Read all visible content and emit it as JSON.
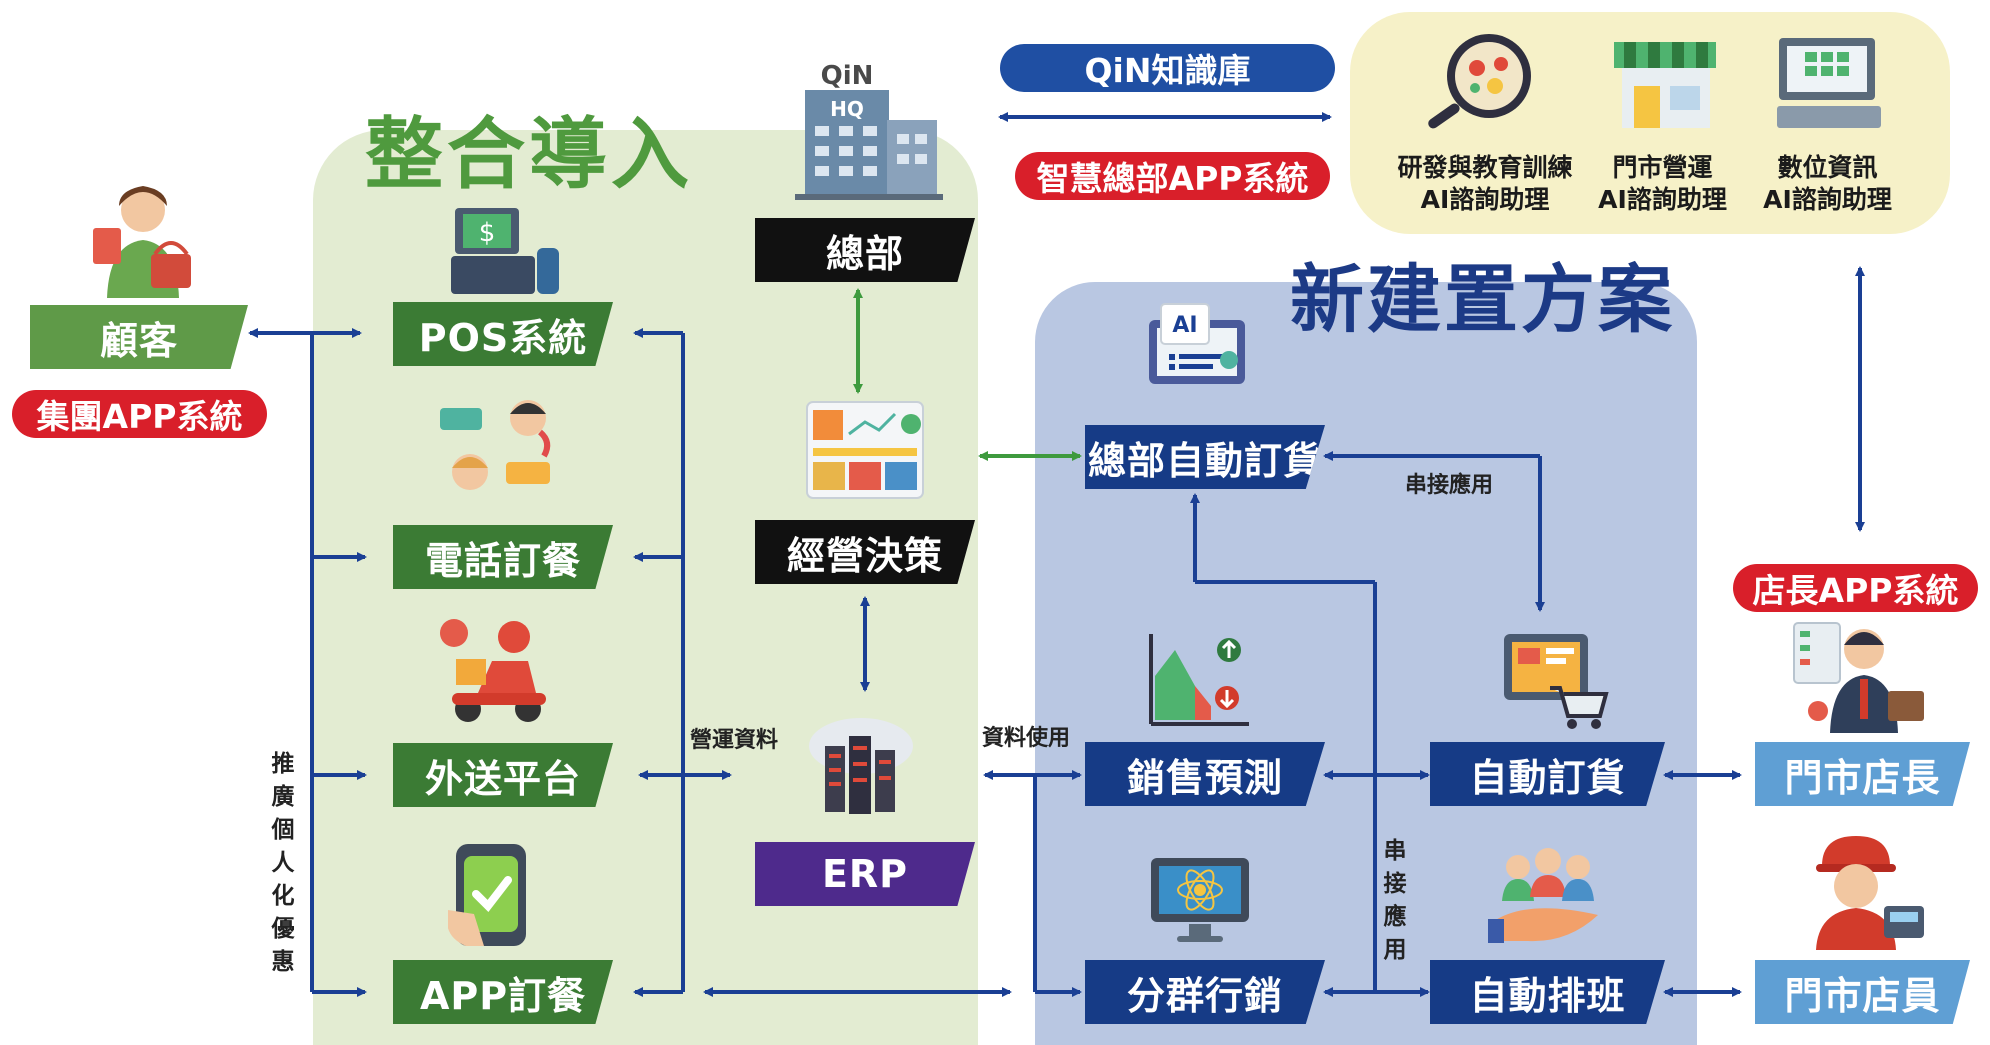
{
  "sections": {
    "integration_title": "整合導入",
    "new_solution_title": "新建置方案"
  },
  "pills": {
    "group_app": "集團APP系統",
    "qin_kb": "QiN知識庫",
    "hq_app": "智慧總部APP系統",
    "manager_app": "店長APP系統"
  },
  "nodes": {
    "customer": "顧客",
    "pos": "POS系統",
    "phone_order": "電話訂餐",
    "delivery": "外送平台",
    "app_order": "APP訂餐",
    "hq": "總部",
    "decision": "經營決策",
    "erp": "ERP",
    "hq_auto_order": "總部自動訂貨",
    "sales_forecast": "銷售預測",
    "segment_marketing": "分群行銷",
    "auto_order": "自動訂貨",
    "auto_schedule": "自動排班",
    "store_manager": "門市店長",
    "store_staff": "門市店員"
  },
  "ai_assistants": [
    {
      "line1": "研發與教育訓練",
      "line2": "AI諮詢助理"
    },
    {
      "line1": "門市營運",
      "line2": "AI諮詢助理"
    },
    {
      "line1": "數位資訊",
      "line2": "AI諮詢助理"
    }
  ],
  "edge_labels": {
    "promo": "推廣個人化優惠",
    "ops_data": "營運資料",
    "data_use": "資料使用",
    "integration_top": "串接應用",
    "integration_side": "串接應用"
  },
  "icon_text": {
    "hq_brand": "QiN",
    "hq_sign": "HQ",
    "ai_screen": "AI"
  },
  "colors": {
    "green_box": "#3b7b34",
    "navy_box": "#163b86",
    "light_blue_box": "#5f9fd4",
    "purple_box": "#4e2a8c",
    "red_pill": "#d91f2a",
    "arrow_navy": "#1a3f94",
    "arrow_green": "#3e9a3e"
  }
}
